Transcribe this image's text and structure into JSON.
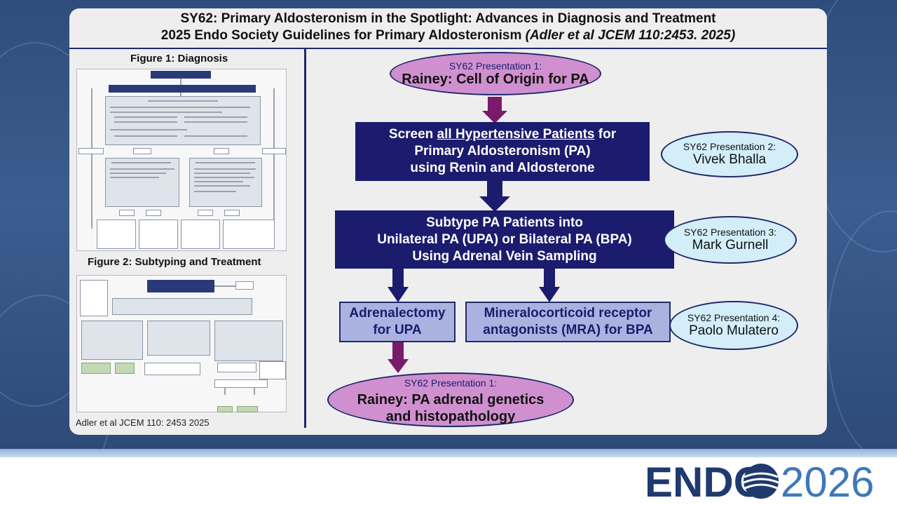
{
  "title": {
    "line1": "SY62: Primary Aldosteronism in the Spotlight: Advances in Diagnosis and Treatment",
    "line2_plain": "2025 Endo Society Guidelines for Primary Aldosteronism",
    "line2_citation": "(Adler et al JCEM 110:2453. 2025)"
  },
  "left_panel": {
    "figure1_title": "Figure 1: Diagnosis",
    "figure2_title": "Figure 2: Subtyping and Treatment",
    "credit": "Adler et al JCEM 110: 2453 2025"
  },
  "flow": {
    "pres1_top": {
      "label": "SY62 Presentation 1:",
      "name": "Rainey: Cell of Origin for PA"
    },
    "screen": {
      "line1_prefix": "Screen ",
      "line1_underlined": "all Hypertensive Patients",
      "line1_suffix": " for",
      "line2": "Primary Aldosteronism (PA)",
      "line3": "using Renin and Aldosterone"
    },
    "subtype": {
      "line1": "Subtype PA Patients into",
      "line2": "Unilateral PA (UPA) or Bilateral PA (BPA)",
      "line3": "Using Adrenal Vein Sampling"
    },
    "adrenalectomy": {
      "line1": "Adrenalectomy",
      "line2": "for UPA"
    },
    "mra": {
      "line1": "Mineralocorticoid receptor",
      "line2": "antagonists (MRA) for BPA"
    },
    "pres1_bottom": {
      "label": "SY62 Presentation 1:",
      "line1": "Rainey: PA adrenal genetics",
      "line2": "and histopathology"
    },
    "pres2": {
      "label": "SY62 Presentation 2:",
      "name": "Vivek Bhalla"
    },
    "pres3": {
      "label": "SY62 Presentation 3:",
      "name": "Mark Gurnell"
    },
    "pres4": {
      "label": "SY62 Presentation 4:",
      "name": "Paolo Mulatero"
    }
  },
  "colors": {
    "navy": "#1b1c6e",
    "lavender": "#aab3e0",
    "pink": "#d090cf",
    "arrow_magenta": "#7a1a6a",
    "cyan": "#d3eef8",
    "logo_navy": "#1f3a6e",
    "logo_blue": "#3f78b8"
  },
  "logo": {
    "word": "ENDO",
    "year": "2026",
    "icon": "endo-globe-icon"
  }
}
